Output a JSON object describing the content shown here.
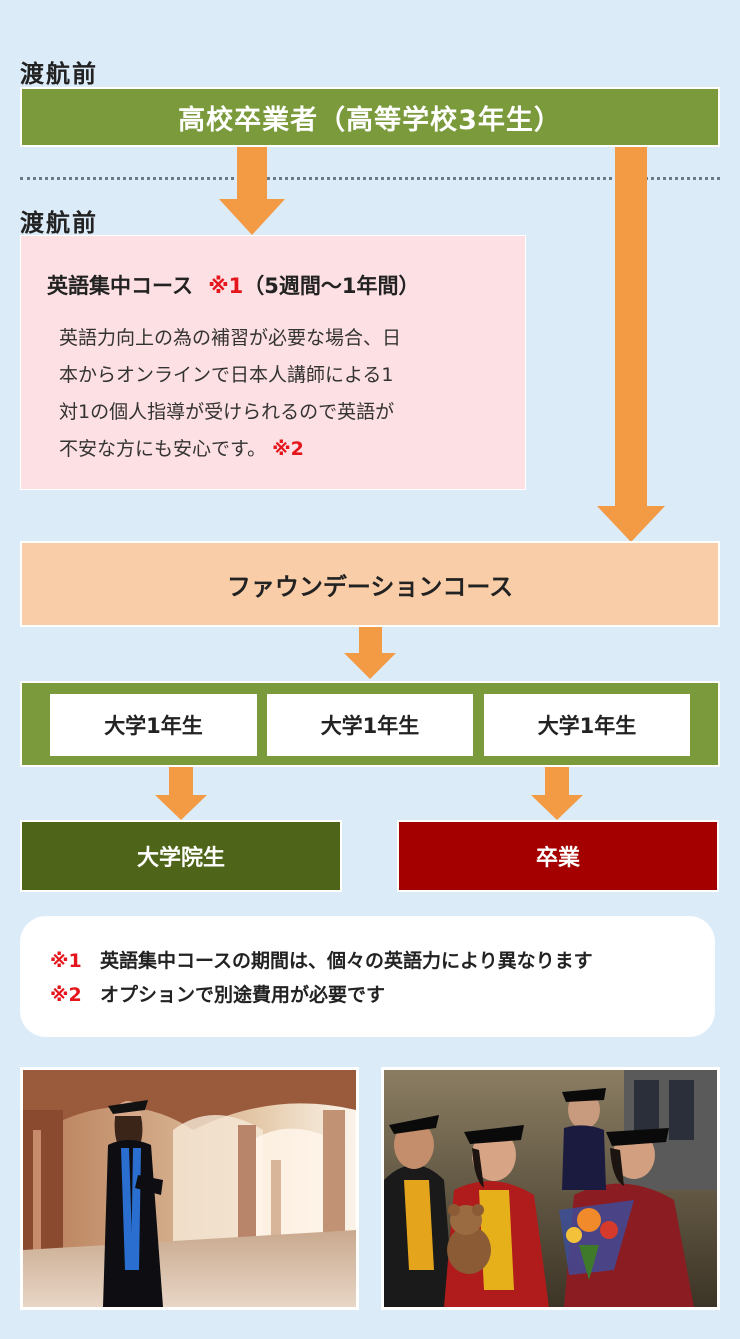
{
  "section_labels": {
    "top": "渡航前",
    "second": "渡航前"
  },
  "top_bar": "高校卒業者（高等学校3年生）",
  "intensive": {
    "title": "英語集中コース",
    "mark": "※1",
    "duration": "（5週間〜1年間）",
    "body_lines": [
      "英語力向上の為の補習が必要な場合、日",
      "本からオンラインで日本人講師による1",
      "対1の個人指導が受けられるので英語が",
      "不安な方にも安心です。"
    ],
    "body_mark": "※2"
  },
  "foundation": "ファウンデーションコース",
  "university_cells": [
    "大学1年生",
    "大学1年生",
    "大学1年生"
  ],
  "graduate_school": "大学院生",
  "graduation": "卒業",
  "notes": [
    {
      "mark": "※1",
      "text": "英語集中コースの期間は、個々の英語力により異なります"
    },
    {
      "mark": "※2",
      "text": "オプションで別途費用が必要です"
    }
  ],
  "colors": {
    "background": "#dcebf8",
    "green": "#7a9a3c",
    "arrow": "#f39a45",
    "pink": "#fde0e3",
    "peach": "#f9cda8",
    "dark_green": "#4e6519",
    "dark_red": "#a50000",
    "mark_red": "#e5161b"
  },
  "images": [
    {
      "name": "graduate-woman-photo"
    },
    {
      "name": "graduates-group-photo"
    }
  ]
}
